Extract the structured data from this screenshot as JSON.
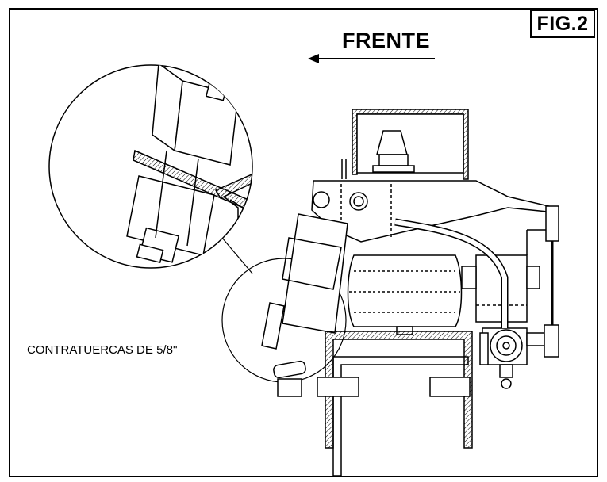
{
  "figure": {
    "label": "FIG.2",
    "direction_label": "FRENTE",
    "callout_label": "CONTRATUERCAS DE 5/8''"
  }
}
